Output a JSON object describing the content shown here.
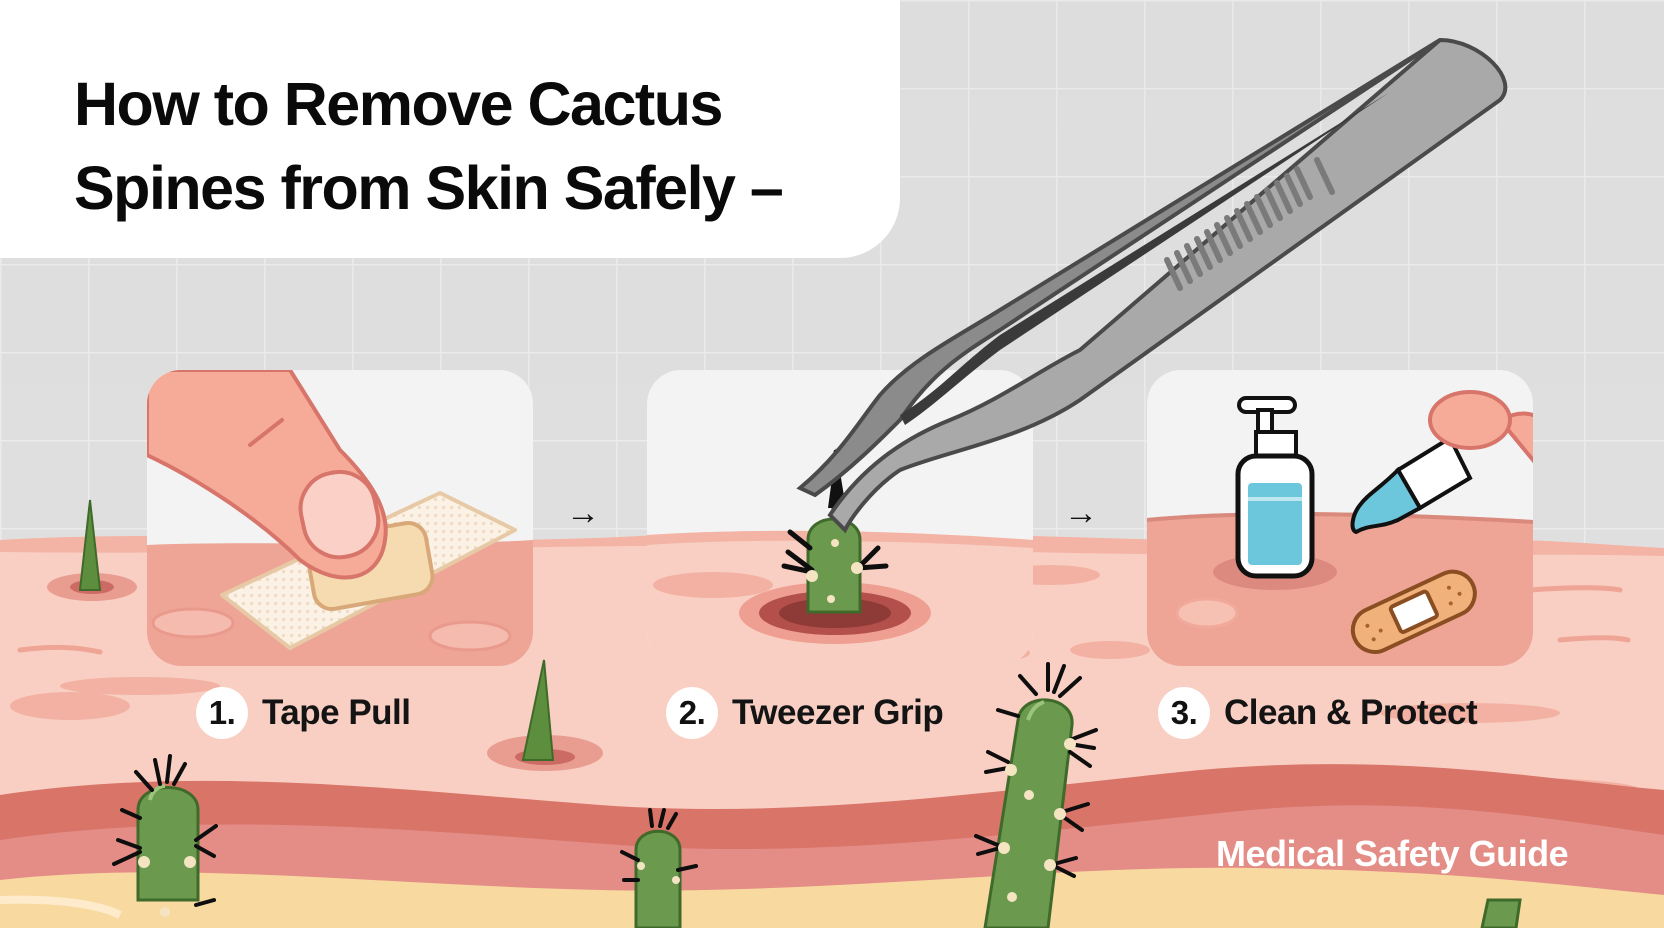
{
  "title": {
    "line1": "How to Remove Cactus",
    "line2": "Spines from Skin Safely –"
  },
  "steps": [
    {
      "number": "1.",
      "label": "Tape Pull",
      "icon": "finger-tape-icon"
    },
    {
      "number": "2.",
      "label": "Tweezer Grip",
      "icon": "tweezers-spine-icon"
    },
    {
      "number": "3.",
      "label": "Clean & Protect",
      "icon": "bottle-dropper-bandage-icon"
    }
  ],
  "arrows": [
    "→",
    "→"
  ],
  "footer": {
    "label": "Medical Safety Guide"
  },
  "colors": {
    "background_grid": "#dcdcdc",
    "skin_light": "#f9cfc3",
    "skin_mid": "#eea596",
    "skin_dark": "#d97367",
    "fat_layer": "#f8d9a0",
    "cactus_green": "#6b9a4f",
    "tweezer_gray": "#a8a8a8",
    "liquid_blue": "#6cc6dc",
    "bandage": "#f0b27a"
  }
}
